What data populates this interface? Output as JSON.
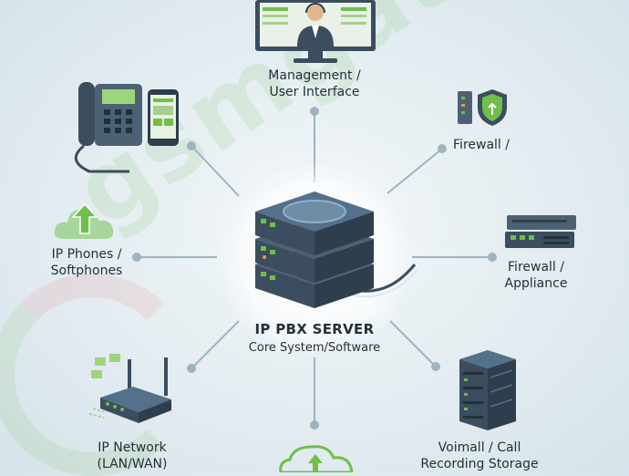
{
  "watermark": "gsmgateway.in",
  "center": {
    "title": "IP PBX SERVER",
    "subtitle": "Core System/Software"
  },
  "nodes": {
    "management": {
      "line1": "Management /",
      "line2": "User Interface"
    },
    "firewall_top": {
      "line1": "Firewall /"
    },
    "firewall_appliance": {
      "line1": "Firewall /",
      "line2": "Appliance"
    },
    "ip_phones": {
      "line1": "IP Phones /",
      "line2": "Softphones"
    },
    "ip_network": {
      "line1": "IP Network",
      "line2": "(LAN/WAN)"
    },
    "voicemail": {
      "line1": "Voimall / Call",
      "line2": "Recording Storage"
    }
  },
  "colors": {
    "accent_green": "#6fbf4a",
    "dark_slate": "#3b4d5e",
    "connector": "#9eb3c0"
  }
}
